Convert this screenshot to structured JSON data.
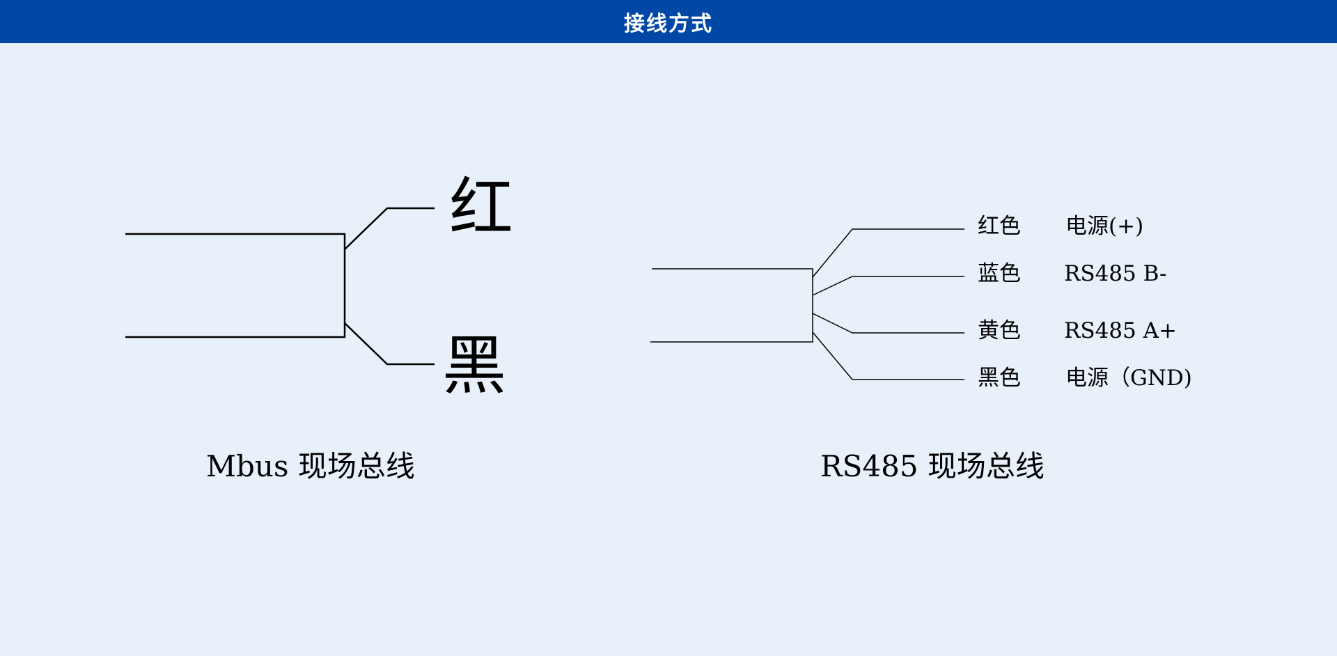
{
  "header": {
    "title": "接线方式"
  },
  "mbus": {
    "caption": "Mbus 现场总线",
    "wires": [
      {
        "color_label": "红"
      },
      {
        "color_label": "黑"
      }
    ]
  },
  "rs485": {
    "caption": "RS485 现场总线",
    "wires": [
      {
        "color_label": "红色",
        "signal": "电源(+)"
      },
      {
        "color_label": "蓝色",
        "signal": "RS485 B-"
      },
      {
        "color_label": "黄色",
        "signal": "RS485 A+"
      },
      {
        "color_label": "黑色",
        "signal": "电源（GND)"
      }
    ]
  },
  "colors": {
    "header_bg": "#0047a6",
    "page_bg": "#e8f0f9",
    "line": "#000000"
  }
}
